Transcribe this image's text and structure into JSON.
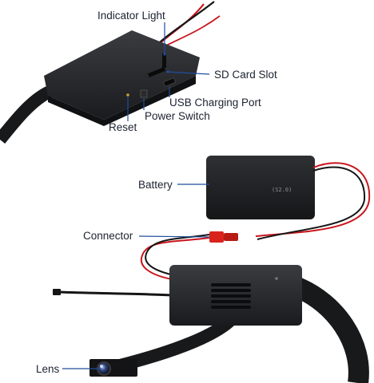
{
  "labels": {
    "indicator_light": "Indicator Light",
    "sd_card_slot": "SD Card Slot",
    "usb_charging_port": "USB Charging Port",
    "reset": "Reset",
    "power_switch": "Power Switch",
    "battery": "Battery",
    "connector": "Connector",
    "lens": "Lens"
  },
  "battery_marking": "(S2.0)",
  "colors": {
    "leader_line": "#1f4e9c",
    "device_body": "#1e1f22",
    "wire_red": "#c8161d",
    "wire_black": "#151515",
    "connector_red": "#d9241c",
    "label_text": "#1b2230"
  },
  "icons": {
    "speaker_grille": "slotted-grille",
    "camera_lens": "lens-glass"
  }
}
